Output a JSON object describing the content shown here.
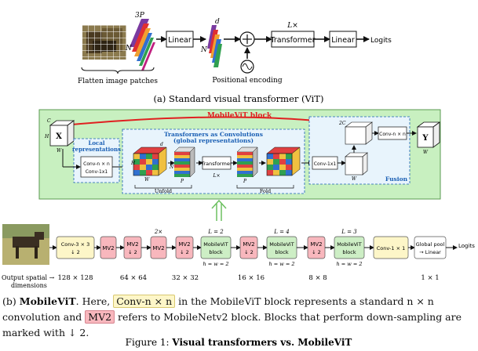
{
  "vit": {
    "flatten_label": "Flatten image patches",
    "dim_3p": "3P",
    "dim_n": "N",
    "dim_d": "d",
    "linear1": "Linear",
    "linear2": "Linear",
    "transformer": "Transformer",
    "repeat": "L×",
    "logits": "Logits",
    "pos_label": "Positional encoding",
    "caption": "(a) Standard visual transformer (ViT)"
  },
  "mvblock": {
    "title": "MobileViT block",
    "local_title": "Local representations",
    "global_title": "Transformers as Convolutions (global representations)",
    "fusion_title": "Fusion",
    "input_x": "X",
    "output_y": "Y",
    "conv_nxn": "Conv-n × n",
    "conv_1x1": "Conv-1x1",
    "conv_1x1_b": "Conv-1x1",
    "conv_nxn_b": "Conv-n × n",
    "transformer": "Transformer",
    "repeat": "L×",
    "unfold": "Unfold",
    "fold": "Fold",
    "dim_c": "C",
    "dim_h": "H",
    "dim_w": "W",
    "dim_d": "d",
    "dim_n": "N",
    "dim_p": "P",
    "dim_2c": "2C"
  },
  "pipeline": {
    "blocks": [
      {
        "line1": "Conv-3 × 3",
        "line2": "↓ 2",
        "above": "",
        "below": ""
      },
      {
        "line1": "MV2",
        "line2": "",
        "above": "",
        "below": ""
      },
      {
        "line1": "MV2",
        "line2": "↓ 2",
        "above": "",
        "below": ""
      },
      {
        "line1": "MV2",
        "line2": "",
        "above": "2×",
        "below": ""
      },
      {
        "line1": "MV2",
        "line2": "↓ 2",
        "above": "",
        "below": ""
      },
      {
        "line1": "MobileViT",
        "line2": "block",
        "above": "L = 2",
        "below": "h = w = 2"
      },
      {
        "line1": "MV2",
        "line2": "↓ 2",
        "above": "",
        "below": ""
      },
      {
        "line1": "MobileViT",
        "line2": "block",
        "above": "L = 4",
        "below": "h = w = 2"
      },
      {
        "line1": "MV2",
        "line2": "↓ 2",
        "above": "",
        "below": ""
      },
      {
        "line1": "MobileViT",
        "line2": "block",
        "above": "L = 3",
        "below": "h = w = 2"
      },
      {
        "line1": "Conv-1 × 1",
        "line2": "",
        "above": "",
        "below": ""
      },
      {
        "line1": "Global pool",
        "line2": "→ Linear",
        "above": "",
        "below": ""
      }
    ],
    "logits": "Logits",
    "spatial_label_1": "Output spatial →",
    "spatial_label_2": "dimensions",
    "sizes": [
      "128 × 128",
      "64 × 64",
      "32 × 32",
      "16 × 16",
      "8 × 8",
      "1 × 1"
    ]
  },
  "caption_b": {
    "prefix": "(b) ",
    "name": "MobileViT",
    "t1": ". Here, ",
    "conv": "Conv-n × n",
    "t2": " in the MobileViT block represents a standard n × n convolution and ",
    "mv2": "MV2",
    "t3": " refers to MobileNetv2 block. Blocks that perform down-sampling are marked with ↓ 2."
  },
  "figure": {
    "label": "Figure 1: ",
    "title": "Visual transformers vs. MobileViT"
  },
  "colors": {
    "green_bg": "#c8f0c0",
    "green_border": "#5a9a50",
    "yellow_block": "#fdf6c8",
    "pink_block": "#f8b7bd",
    "green_block": "#cdeec5",
    "red_arrow": "#e02020",
    "blue_dash": "#1a5fb4"
  }
}
